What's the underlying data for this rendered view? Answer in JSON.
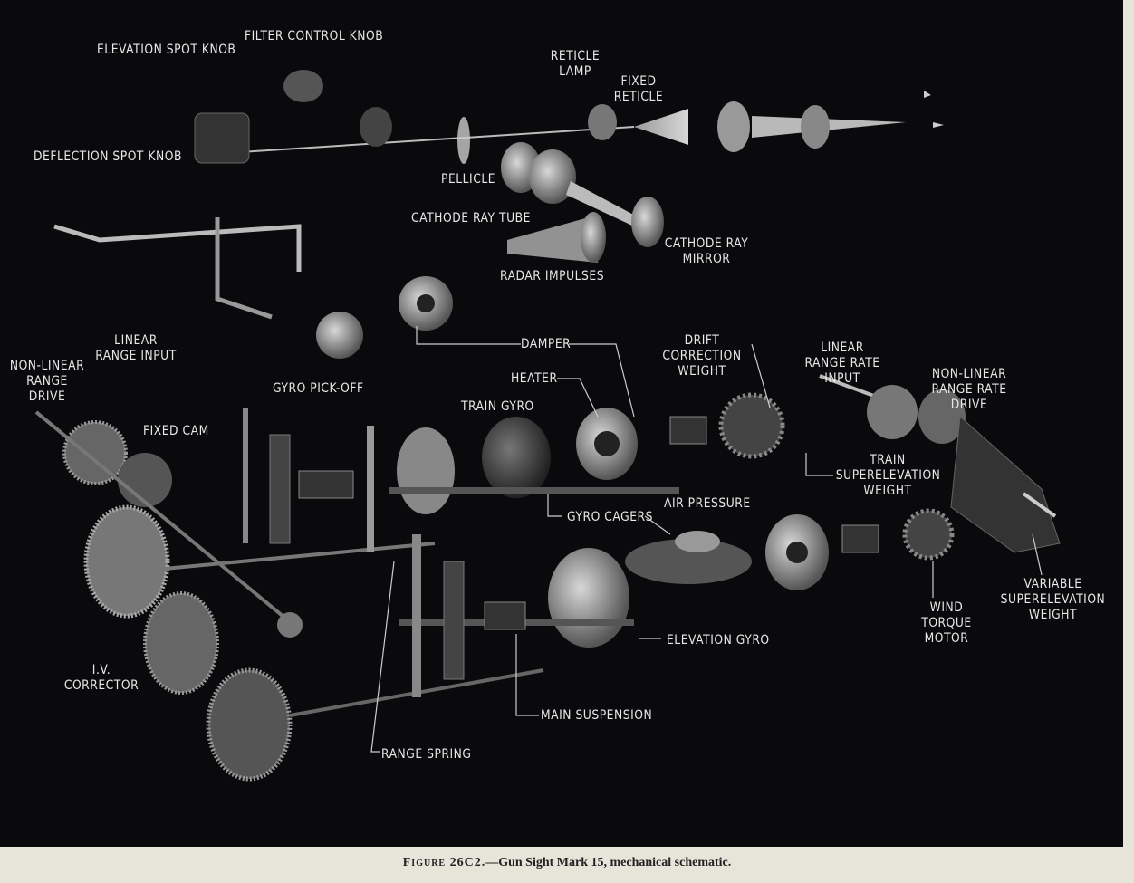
{
  "labels": {
    "elevation_spot_knob": "ELEVATION SPOT KNOB",
    "filter_control_knob": "FILTER CONTROL KNOB",
    "reticle_lamp": "RETICLE\nLAMP",
    "fixed_reticle": "FIXED\nRETICLE",
    "deflection_spot_knob": "DEFLECTION SPOT KNOB",
    "pellicle": "PELLICLE",
    "cathode_ray_tube": "CATHODE RAY TUBE",
    "cathode_ray_mirror": "CATHODE RAY\nMIRROR",
    "radar_impulses": "RADAR IMPULSES",
    "linear_range_input": "LINEAR\nRANGE INPUT",
    "non_linear_range_drive": "NON-LINEAR\nRANGE DRIVE",
    "damper": "DAMPER",
    "drift_correction_weight": "DRIFT CORRECTION\nWEIGHT",
    "linear_range_rate_input": "LINEAR\nRANGE RATE INPUT",
    "non_linear_range_rate_drive": "NON-LINEAR\nRANGE RATE DRIVE",
    "gyro_pick_off": "GYRO PICK-OFF",
    "heater": "HEATER",
    "train_gyro": "TRAIN GYRO",
    "fixed_cam": "FIXED CAM",
    "train_superelevation_weight": "TRAIN\nSUPERELEVATION\nWEIGHT",
    "air_pressure": "AIR PRESSURE",
    "gyro_cagers": "GYRO CAGERS",
    "variable_superelevation_weight": "VARIABLE\nSUPERELEVATION\nWEIGHT",
    "wind_torque_motor": "WIND\nTORQUE MOTOR",
    "elevation_gyro": "ELEVATION GYRO",
    "iv_corrector": "I.V.\nCORRECTOR",
    "main_suspension": "MAIN SUSPENSION",
    "range_spring": "RANGE SPRING"
  },
  "caption": {
    "figure": "Figure 26C2.",
    "text": "—Gun Sight Mark 15, mechanical schematic."
  },
  "colors": {
    "background": "#0a0a0c",
    "label": "#e8e8e8",
    "paper": "#e7e5da"
  }
}
